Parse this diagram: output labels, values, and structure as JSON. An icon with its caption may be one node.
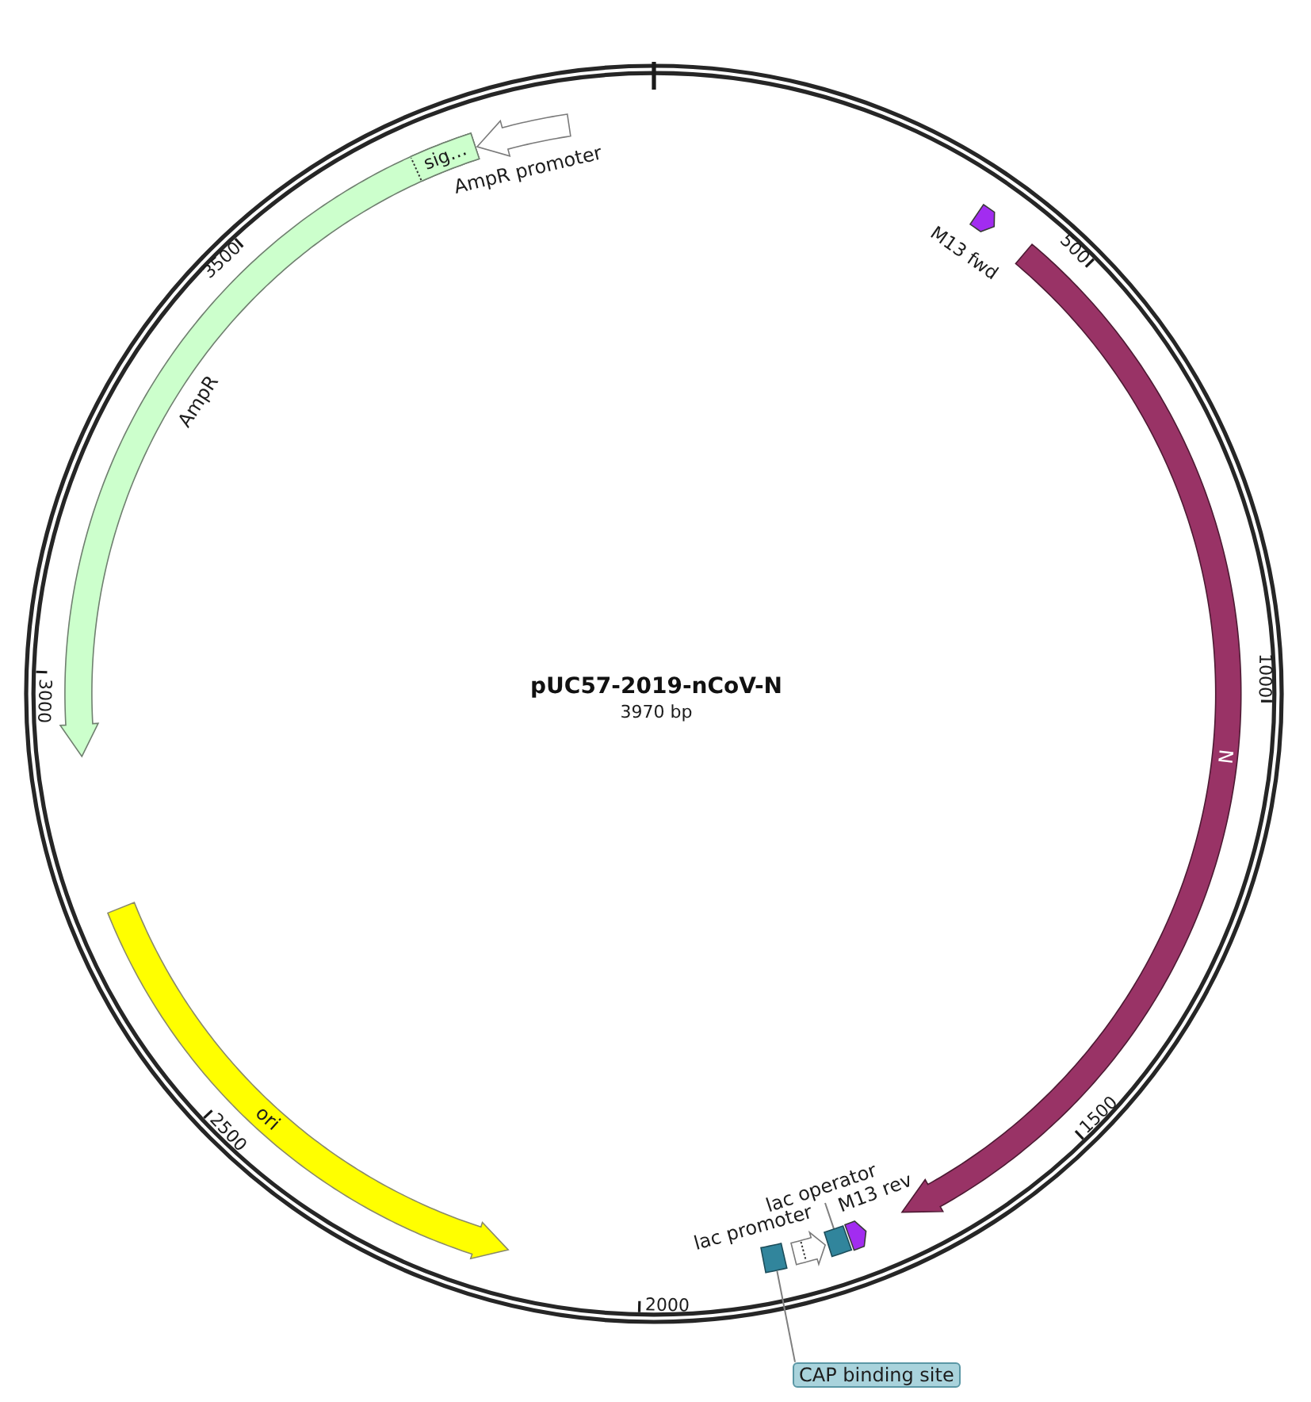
{
  "diagram": {
    "title": "pUC57-2019-nCoV-N",
    "nodes": [
      {
        "text": [
          "AmpR promoter"
        ]
      },
      {
        "text": [
          "AmpR"
        ]
      },
      {
        "text": [
          "sig…"
        ],
        "in": 1
      },
      {
        "text": [
          "M13 fwd"
        ]
      },
      {
        "text": [
          "N"
        ]
      },
      {
        "text": [
          "ori"
        ]
      },
      {
        "text": [
          "lac operator"
        ]
      },
      {
        "text": [
          "lac promoter"
        ]
      },
      {
        "text": [
          "M13 rev"
        ]
      },
      {
        "text": [],
        "shape": "box"
      },
      {
        "text": [],
        "shape": "box"
      },
      {
        "text": [
          "CAP binding site"
        ]
      }
    ],
    "edges": [
      {
        "from": 6,
        "to": 9,
        "arrow": "none"
      },
      {
        "from": 11,
        "to": 10,
        "arrow": "none"
      }
    ],
    "labels": [
      "3500",
      "500",
      "1000",
      "3000",
      "3970 bp",
      "1500",
      "2500",
      "2000"
    ]
  }
}
